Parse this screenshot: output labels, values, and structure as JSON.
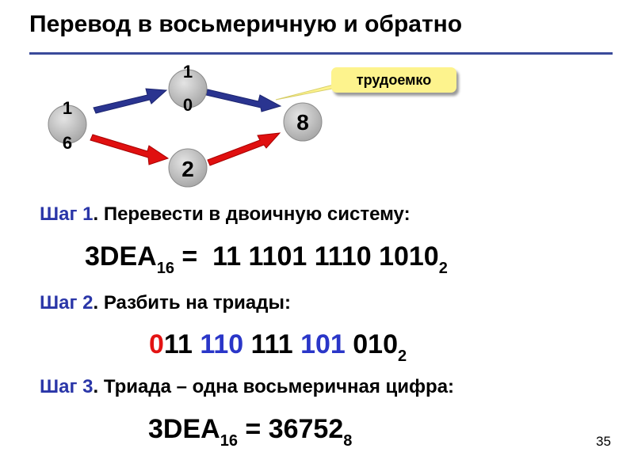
{
  "title": "Перевод в восьмеричную и обратно",
  "diagram": {
    "nodes": {
      "n16": "16",
      "n10": "10",
      "n8": "8",
      "n2": "2"
    },
    "callout": "трудоемко",
    "colors": {
      "blue_arrow": "#2a3490",
      "red_arrow": "#e01010",
      "node": "#b7b7b7",
      "callout": "#fdf38d"
    }
  },
  "step1": {
    "label": "Шаг 1",
    "text": ". Перевести в двоичную систему:"
  },
  "eq1": {
    "lhs": "3DEA",
    "lhs_base": "16",
    "eq": " =  ",
    "rhs": "11 1101 1110 1010",
    "rhs_base": "2"
  },
  "step2": {
    "label": "Шаг 2",
    "text": ". Разбить на триады:"
  },
  "triads": {
    "pad": "0",
    "t1": "11",
    "t2": "110",
    "t3": "111",
    "t4": "101",
    "t5": "010",
    "base": "2"
  },
  "step3": {
    "label": "Шаг 3",
    "text": ". Триада – одна восьмеричная цифра:"
  },
  "eq3": {
    "lhs": "3DEA",
    "lhs_base": "16",
    "eq": " = ",
    "rhs": "36752",
    "rhs_base": "8"
  },
  "page_number": "35"
}
